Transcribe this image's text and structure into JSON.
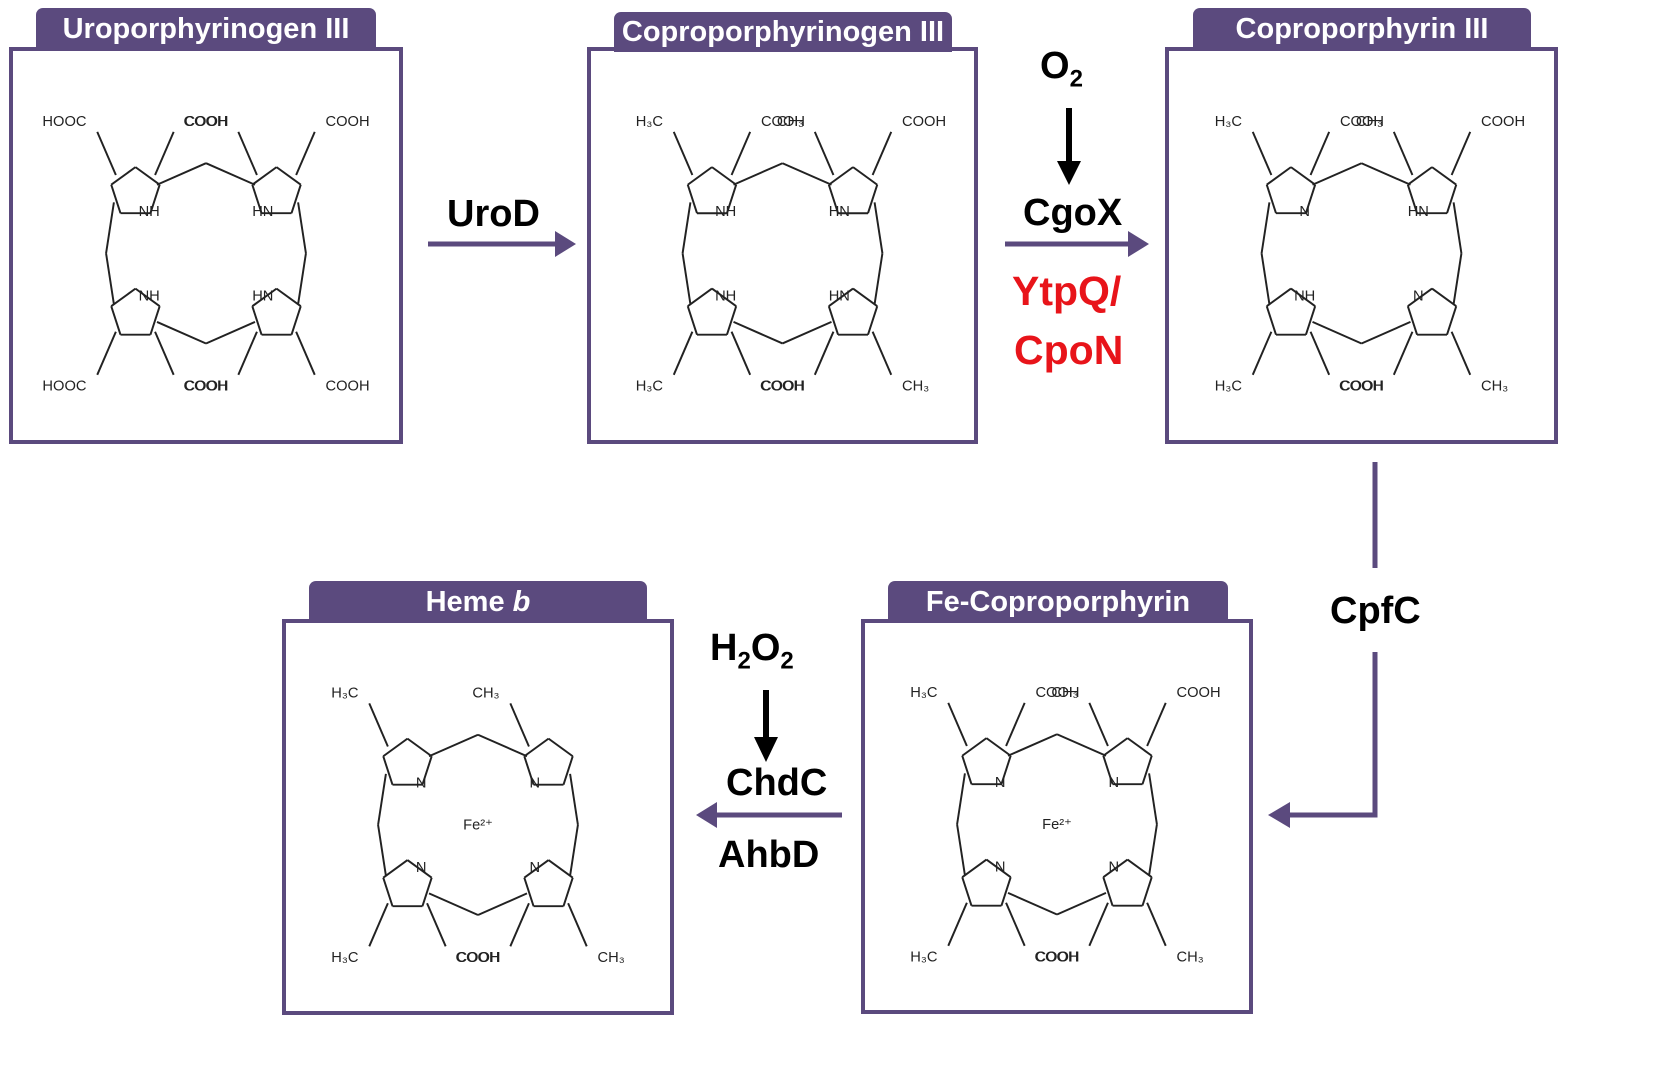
{
  "compounds": {
    "uroporphyrinogen": "Uroporphyrinogen III",
    "coproporphyrinogen": "Coproporphyrinogen III",
    "coproporphyrin": "Coproporphyrin III",
    "fe_coproporphyrin": "Fe-Coproporphyrin",
    "heme_b_prefix": "Heme ",
    "heme_b_italic": "b"
  },
  "enzymes": {
    "urod": "UroD",
    "cgox": "CgoX",
    "ytpq": "YtpQ/",
    "cpon": "CpoN",
    "cpfc": "CpfC",
    "chdc": "ChdC",
    "ahbd": "AhbD"
  },
  "cosubstrates": {
    "o2_main": "O",
    "o2_sub": "2",
    "h2o2_h": "H",
    "h2o2_sub1": "2",
    "h2o2_o": "O",
    "h2o2_sub2": "2"
  },
  "groups": {
    "cooh": "COOH",
    "hooc": "HOOC",
    "ch3": "CH₃",
    "h3c": "H₃C",
    "nh": "NH",
    "hn": "HN",
    "n": "N",
    "fe": "Fe²⁺"
  },
  "colors": {
    "frame": "#5b4a7e",
    "arrow": "#5b4a7e",
    "highlight": "#e8141a"
  }
}
